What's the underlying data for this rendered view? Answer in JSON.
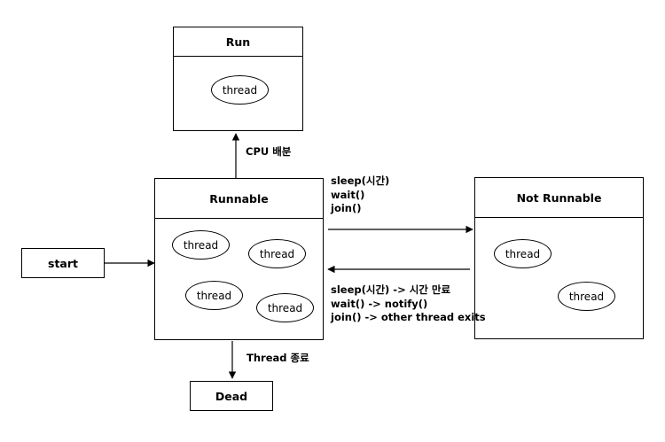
{
  "boxes": {
    "run": {
      "title": "Run"
    },
    "runnable": {
      "title": "Runnable"
    },
    "not_runnable": {
      "title": "Not Runnable"
    },
    "start": {
      "title": "start"
    },
    "dead": {
      "title": "Dead"
    }
  },
  "thread_label": "thread",
  "labels": {
    "cpu": "CPU 배분",
    "to_not_runnable": [
      "sleep(시간)",
      "wait()",
      "join()"
    ],
    "to_runnable": [
      "sleep(시간) -> 시간 만료",
      "wait() -> notify()",
      "join() -> other thread exits"
    ],
    "terminate": "Thread 종료"
  }
}
